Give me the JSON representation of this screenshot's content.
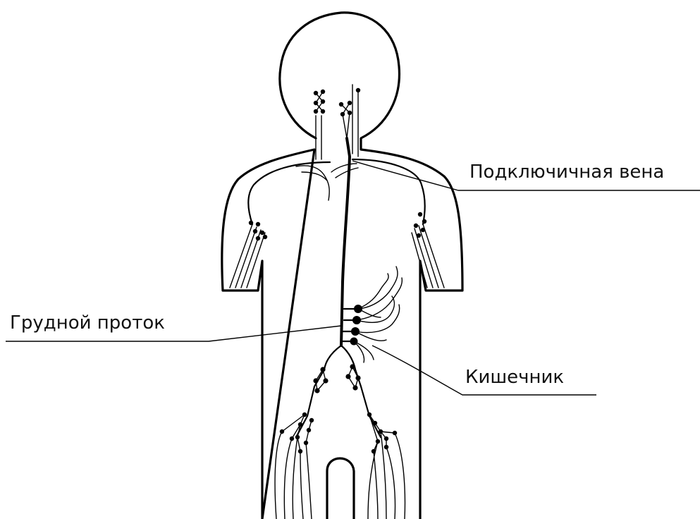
{
  "labels": {
    "subclavian_vein": "Подключичная вена",
    "thoracic_duct": "Грудной проток",
    "intestine": "Кишечник"
  },
  "colors": {
    "ink": "#000000",
    "background": "#ffffff"
  }
}
